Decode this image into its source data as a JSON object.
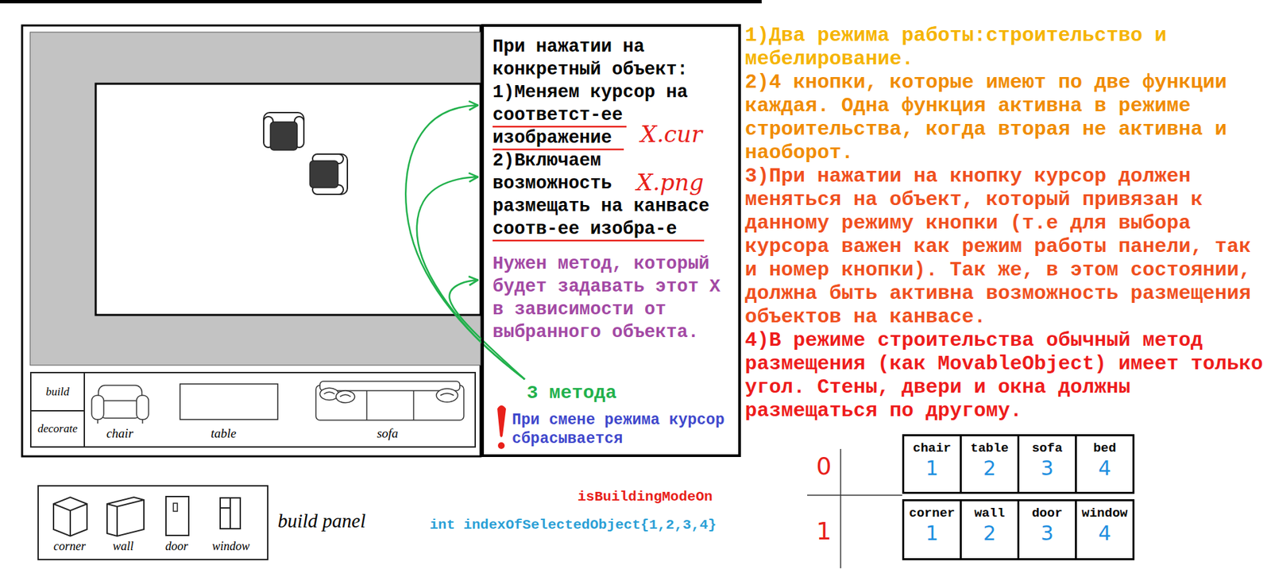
{
  "diagram": {
    "nodes": [
      {
        "text": [
          "При нажатии на конкретный объект: 1)Меняем курсор на соответст-ее изображение 2)Включаем возможность размещать на канвасе соотв-ее изобра-е",
          "X.cur",
          "X.png",
          "Нужен метод, который будет задавать этот X в зависимости от выбранного объекта.",
          "3 метода",
          "При смене режима курсор сбрасывается"
        ]
      },
      {
        "text": [
          "chair",
          "table",
          "sofa"
        ]
      },
      {
        "text": [
          "build"
        ],
        "in": 1
      },
      {
        "text": [
          "decorate"
        ],
        "in": 1
      },
      {
        "text": [
          "corner",
          "wall",
          "door",
          "window",
          "build panel"
        ]
      },
      {
        "text": [
          "chair",
          "1"
        ]
      },
      {
        "text": [
          "table",
          "2"
        ]
      },
      {
        "text": [
          "sofa",
          "3"
        ]
      },
      {
        "text": [
          "bed",
          "4"
        ]
      },
      {
        "text": [
          "corner",
          "1"
        ]
      },
      {
        "text": [
          "wall",
          "2"
        ]
      },
      {
        "text": [
          "door",
          "3"
        ]
      },
      {
        "text": [
          "window",
          "4"
        ]
      }
    ],
    "labels": [
      "1)Два режима работы:строительство и мебелирование.",
      "2)4 кнопки, которые имеют по две функции каждая. Одна функция активна в режиме строительства, когда вторая не активна и наоборот.",
      "3)При нажатии на кнопку курсор должен меняться на объект, который привязан к данному режиму кнопки (т.е для выбора курсора важен как режим работы панели, так и номер кнопки). Так же, в этом состоянии, должна быть активна возможность размещения объектов на канвасе.",
      "4)В режиме строительства обычный метод размещения (как MovableObject) имеет только угол. Стены, двери и окна должны размещаться по другому.",
      "isBuildingModeOn",
      "int indexOfSelectedObject{1,2,3,4}",
      "0",
      "1"
    ]
  }
}
